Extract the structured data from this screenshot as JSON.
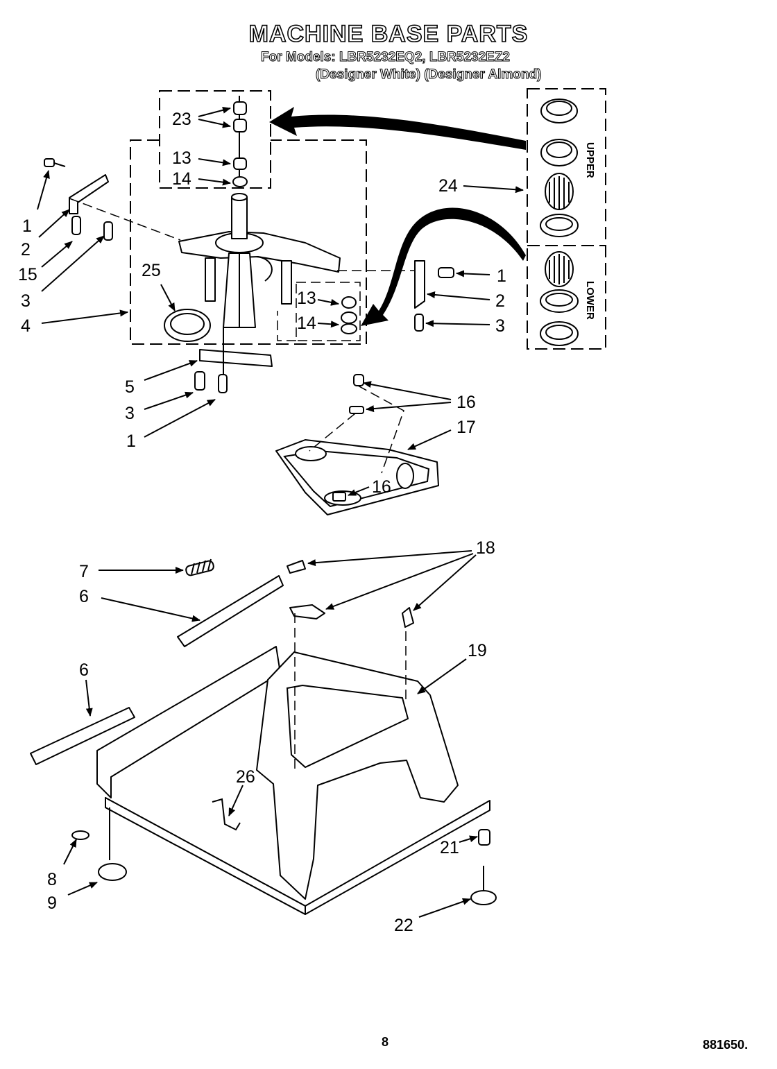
{
  "header": {
    "title": "MACHINE BASE PARTS",
    "models": "For Models: LBR5232EQ2, LBR5232EZ2",
    "variants": "(Designer White) (Designer Almond)"
  },
  "footer": {
    "page_number": "8",
    "document_number": "881650."
  },
  "inset": {
    "upper_label": "UPPER",
    "lower_label": "LOWER"
  },
  "callouts": {
    "c23": "23",
    "c13a": "13",
    "c14a": "14",
    "c24": "24",
    "c1a": "1",
    "c2a": "2",
    "c15": "15",
    "c3a": "3",
    "c4": "4",
    "c25": "25",
    "c13b": "13",
    "c14b": "14",
    "c1b": "1",
    "c2b": "2",
    "c3b": "3",
    "c5": "5",
    "c3c": "3",
    "c1c": "1",
    "c16a": "16",
    "c17": "17",
    "c16b": "16",
    "c18": "18",
    "c7": "7",
    "c6a": "6",
    "c6b": "6",
    "c19": "19",
    "c26": "26",
    "c21": "21",
    "c8": "8",
    "c9": "9",
    "c22": "22"
  },
  "colors": {
    "ink": "#000000",
    "paper": "#ffffff"
  }
}
